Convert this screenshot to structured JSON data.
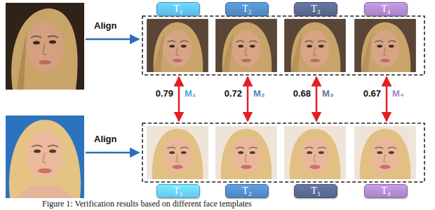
{
  "diagram": {
    "caption": "Figure 1: Verification results based on different face templates",
    "nodes": [
      {
        "text": [
          "T₁"
        ]
      },
      {
        "text": [
          "T₂"
        ]
      },
      {
        "text": [
          "T₃"
        ]
      },
      {
        "text": [
          "T₄"
        ]
      },
      {
        "text": [
          "T₁"
        ]
      },
      {
        "text": [
          "T₂"
        ]
      },
      {
        "text": [
          "T₃"
        ]
      },
      {
        "text": [
          "T₄"
        ]
      }
    ],
    "labels": [
      "Align",
      "Align",
      "0.79",
      "M₁",
      "0.72",
      "M₂",
      "0.68",
      "M₃",
      "0.67",
      "M₄"
    ]
  }
}
